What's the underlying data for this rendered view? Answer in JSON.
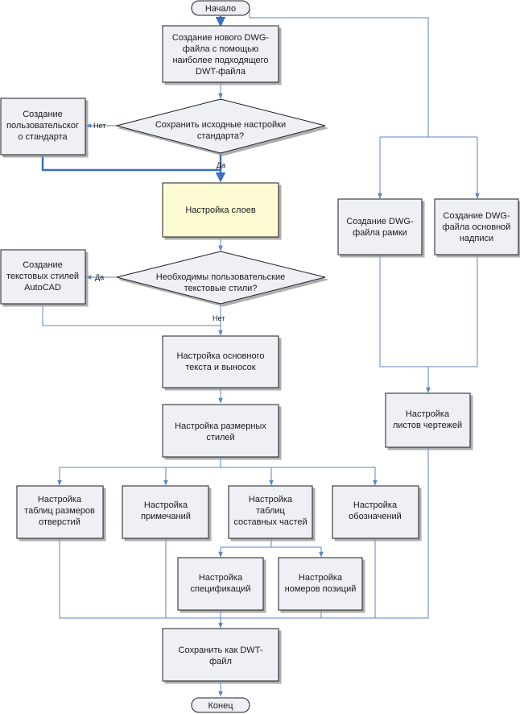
{
  "nodes": {
    "start": "Начало",
    "end": "Конец",
    "create_dwg": [
      "Создание нового DWG-",
      "файла с помощью",
      "наиболее подходящего",
      "DWT-файла"
    ],
    "decision_standard": [
      "Сохранить исходные настройки",
      "стандарта?"
    ],
    "custom_standard": [
      "Создание",
      "пользовательског",
      "о стандарта"
    ],
    "layers": "Настройка слоев",
    "decision_text_styles": [
      "Необходимы пользовательские",
      "текстовые стили?"
    ],
    "create_text_styles": [
      "Создание",
      "текстовых стилей",
      "AutoCAD"
    ],
    "main_text": [
      "Настройка основного",
      "текста и выносок"
    ],
    "dim_styles": [
      "Настройка размерных",
      "стилей"
    ],
    "hole_tables": [
      "Настройка",
      "таблиц размеров",
      "отверстий"
    ],
    "notes": [
      "Настройка",
      "примечаний"
    ],
    "parts_tables": [
      "Настройка",
      "таблиц",
      "составных частей"
    ],
    "symbols": [
      "Настройка",
      "обозначений"
    ],
    "specs": [
      "Настройка",
      "спецификаций"
    ],
    "position_numbers": [
      "Настройка",
      "номеров позиций"
    ],
    "save_dwt": [
      "Сохранить как DWT-",
      "файл"
    ],
    "frame_dwg": [
      "Создание DWG-",
      "файла рамки"
    ],
    "title_block_dwg": [
      "Создание DWG-",
      "файла основной",
      "надписи"
    ],
    "sheets": [
      "Настройка",
      "листов чертежей"
    ]
  },
  "labels": {
    "no_1": "Нет",
    "yes_1": "Да",
    "yes_2": "Да",
    "no_2": "Нет"
  },
  "colors": {
    "connector": "#5b86c2",
    "box_fill": "#eef0f6",
    "highlight_fill": "#fdfbd3"
  }
}
